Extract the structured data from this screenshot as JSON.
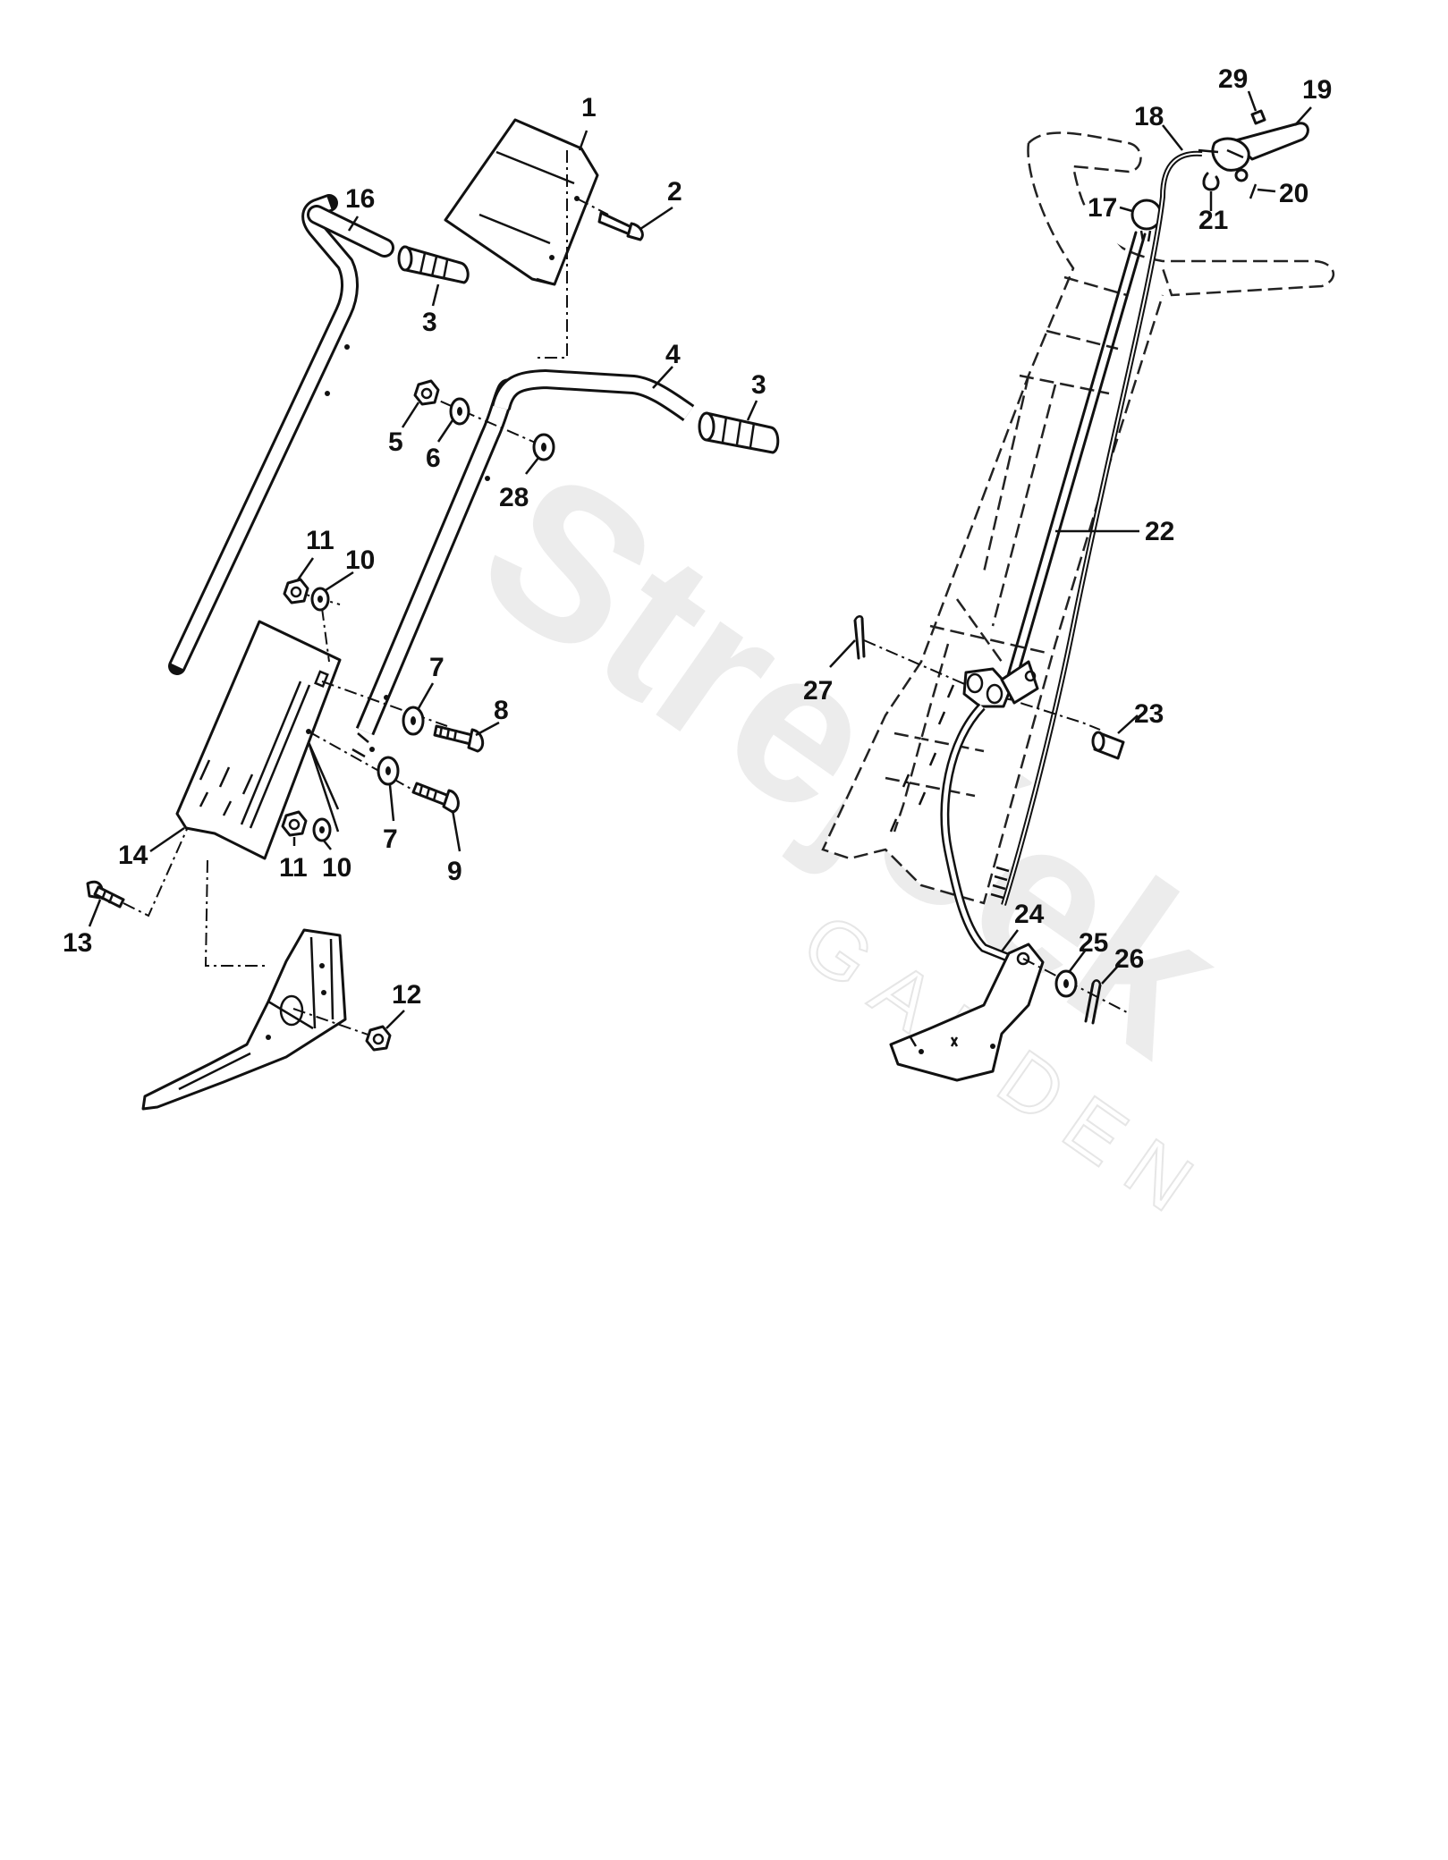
{
  "labels": [
    {
      "id": "1",
      "text": "1"
    },
    {
      "id": "2",
      "text": "2"
    },
    {
      "id": "3a",
      "text": "3"
    },
    {
      "id": "3b",
      "text": "3"
    },
    {
      "id": "4",
      "text": "4"
    },
    {
      "id": "5",
      "text": "5"
    },
    {
      "id": "6",
      "text": "6"
    },
    {
      "id": "7a",
      "text": "7"
    },
    {
      "id": "7b",
      "text": "7"
    },
    {
      "id": "8",
      "text": "8"
    },
    {
      "id": "9",
      "text": "9"
    },
    {
      "id": "10a",
      "text": "10"
    },
    {
      "id": "10b",
      "text": "10"
    },
    {
      "id": "11a",
      "text": "11"
    },
    {
      "id": "11b",
      "text": "11"
    },
    {
      "id": "12",
      "text": "12"
    },
    {
      "id": "13",
      "text": "13"
    },
    {
      "id": "14",
      "text": "14"
    },
    {
      "id": "16",
      "text": "16"
    },
    {
      "id": "17",
      "text": "17"
    },
    {
      "id": "18",
      "text": "18"
    },
    {
      "id": "19",
      "text": "19"
    },
    {
      "id": "20",
      "text": "20"
    },
    {
      "id": "21",
      "text": "21"
    },
    {
      "id": "22",
      "text": "22"
    },
    {
      "id": "23",
      "text": "23"
    },
    {
      "id": "24",
      "text": "24"
    },
    {
      "id": "25",
      "text": "25"
    },
    {
      "id": "26",
      "text": "26"
    },
    {
      "id": "27",
      "text": "27"
    },
    {
      "id": "28",
      "text": "28"
    },
    {
      "id": "29",
      "text": "29"
    }
  ],
  "watermark": {
    "brand": "Strejček",
    "sub": "GARDEN"
  }
}
